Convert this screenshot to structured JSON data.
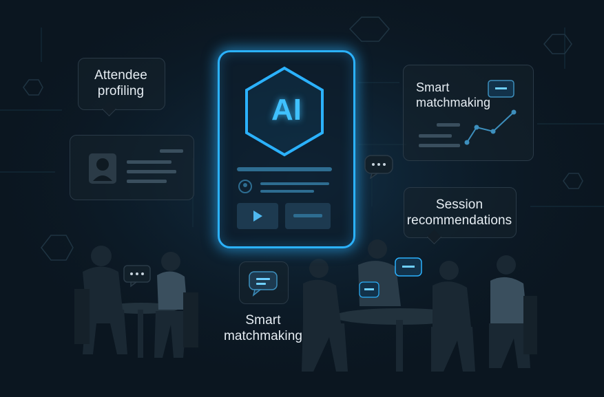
{
  "labels": {
    "attendee_profiling": [
      "Attendee",
      "profiling"
    ],
    "smart_matchmaking_top": [
      "Smart",
      "matchmaking"
    ],
    "session_recommendations": [
      "Session",
      "recommendations"
    ],
    "smart_matchmaking_bottom": [
      "Smart",
      "matchmaking"
    ],
    "ai_badge": "AI"
  },
  "colors": {
    "background": "#0b1620",
    "accent_glow": "#2bb2ff",
    "panel_border": "#2a3a47",
    "text": "#e6edf3"
  },
  "icons": [
    "avatar-icon",
    "play-icon",
    "chat-bubble-icon",
    "line-chart-icon",
    "hexagon-icon"
  ]
}
